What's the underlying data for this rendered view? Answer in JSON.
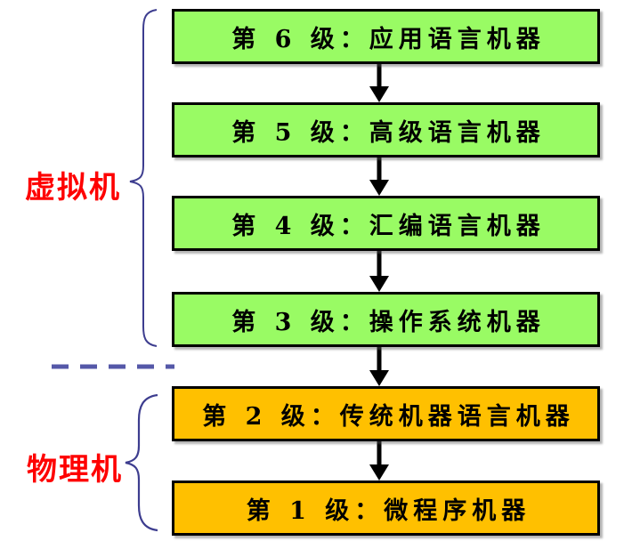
{
  "diagram": {
    "type": "layered-machine-hierarchy-flowchart",
    "levels": [
      {
        "level": 6,
        "label": "第 6 级：应用语言机器",
        "group": "virtual"
      },
      {
        "level": 5,
        "label": "第 5 级：高级语言机器",
        "group": "virtual"
      },
      {
        "level": 4,
        "label": "第 4 级：汇编语言机器",
        "group": "virtual"
      },
      {
        "level": 3,
        "label": "第 3 级：操作系统机器",
        "group": "virtual"
      },
      {
        "level": 2,
        "label": "第 2 级：传统机器语言机器",
        "group": "physical"
      },
      {
        "level": 1,
        "label": "第 1 级：微程序机器",
        "group": "physical"
      }
    ],
    "groups": {
      "virtual": {
        "label": "虚拟机",
        "spans_levels": [
          6,
          5,
          4,
          3
        ]
      },
      "physical": {
        "label": "物理机",
        "spans_levels": [
          2,
          1
        ]
      }
    },
    "connectors": "downward arrows between each adjacent level",
    "divider": "dashed horizontal line between virtual and physical groups",
    "palette": {
      "virtual_box_fill": "#99FB64",
      "physical_box_fill": "#FFC000",
      "box_border": "#000000",
      "box_text": "#000000",
      "group_label_color": "#FE0000",
      "brace_color": "#3D3D8F",
      "divider_color": "#5558A8",
      "arrow_color": "#000000"
    }
  }
}
